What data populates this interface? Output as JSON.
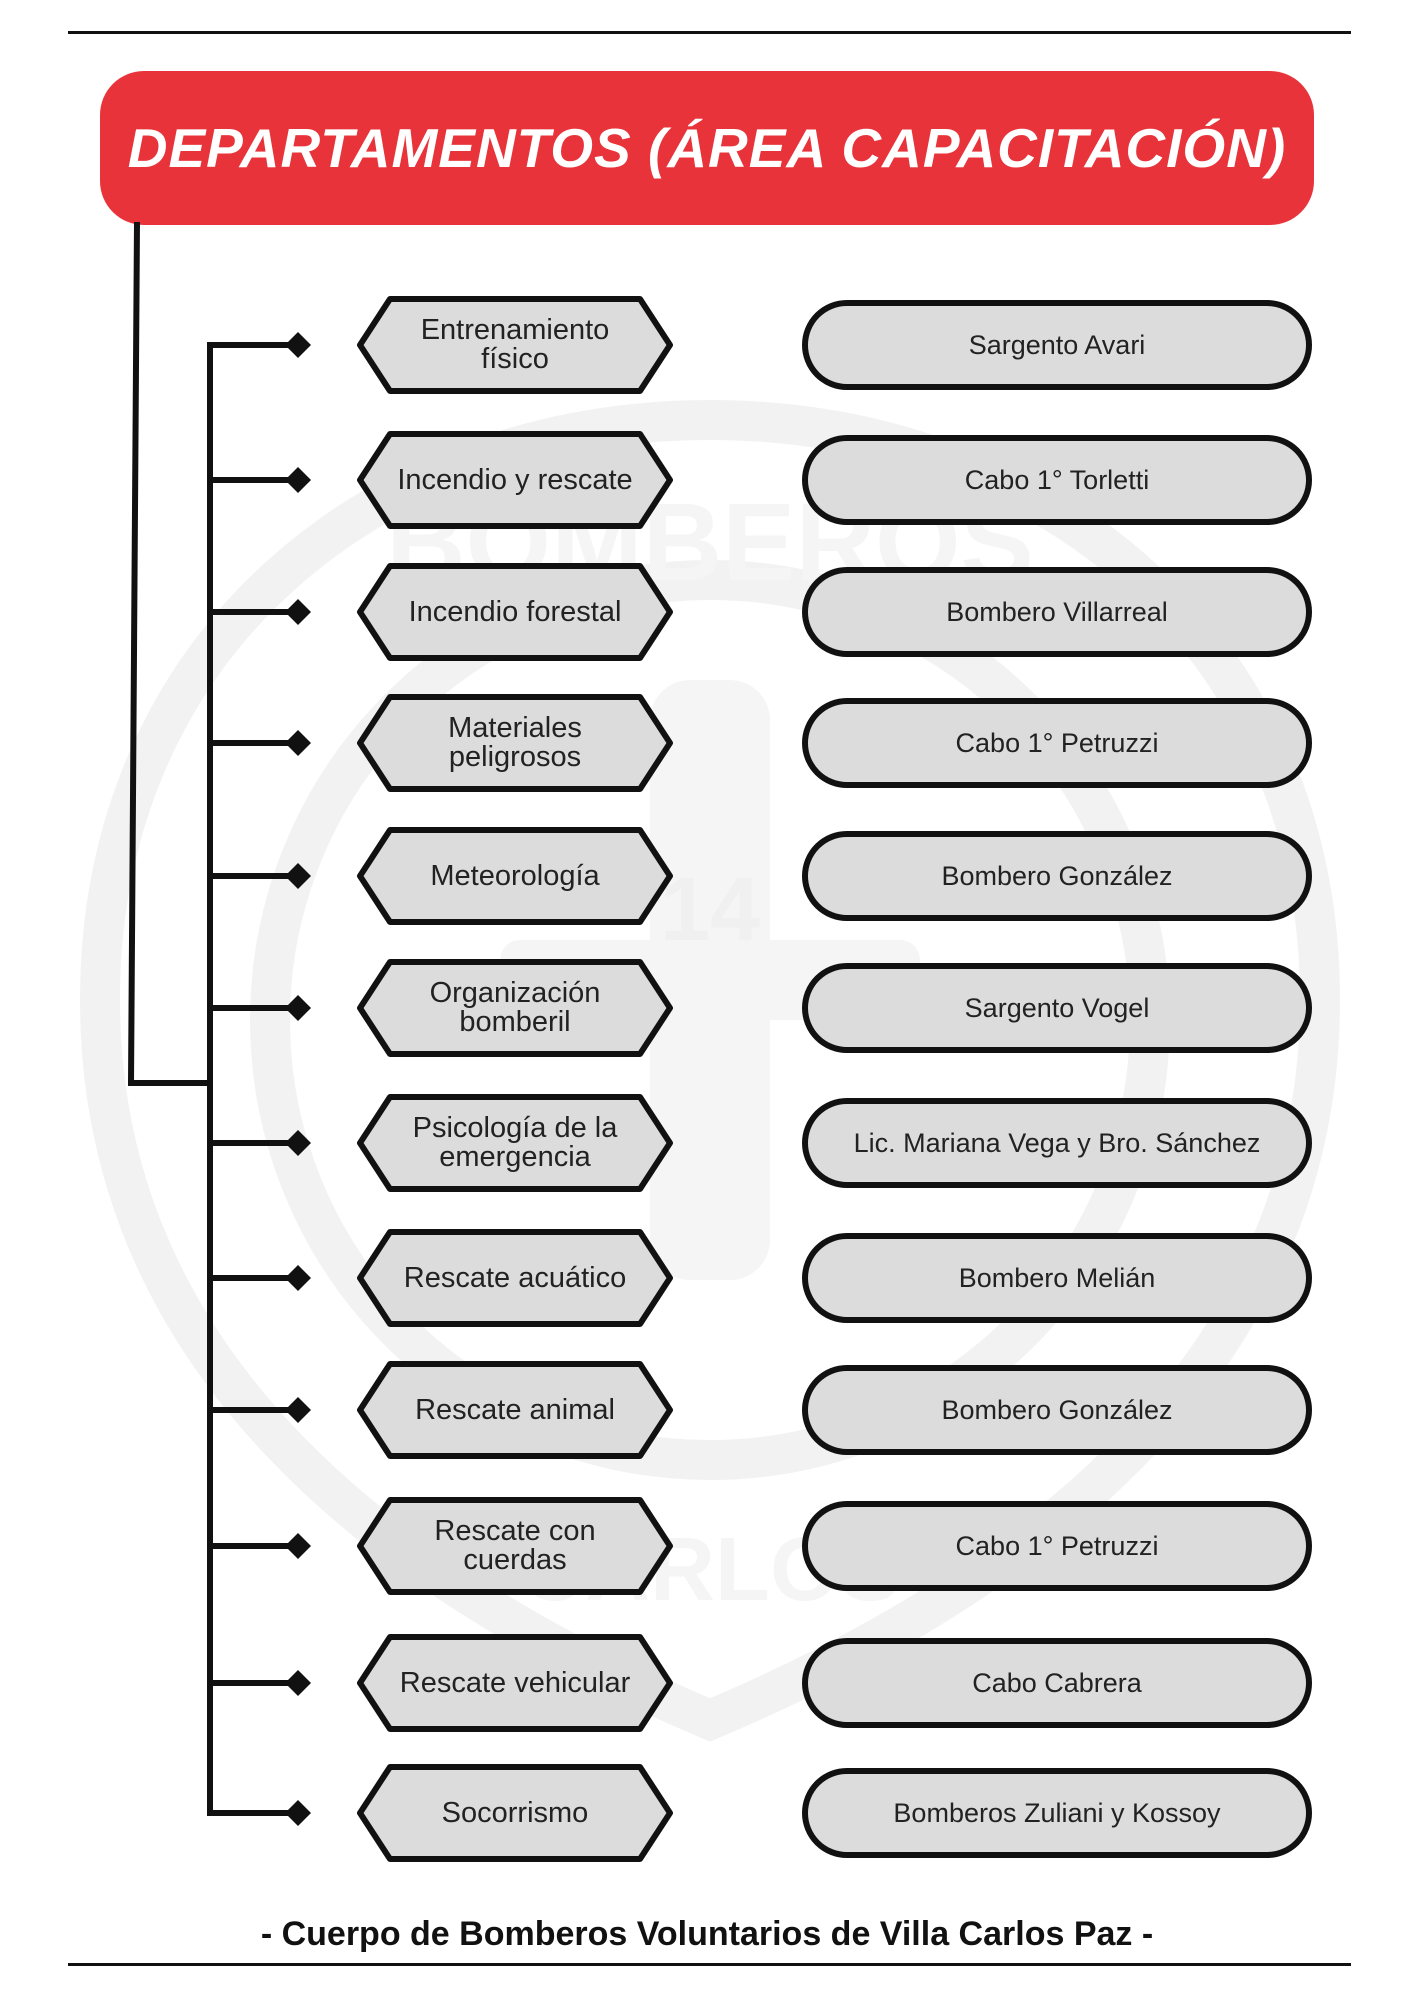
{
  "header": {
    "title": "DEPARTAMENTOS (ÁREA CAPACITACIÓN)"
  },
  "departments": [
    {
      "name": "Entrenamiento físico",
      "lines": [
        "Entrenamiento",
        "físico"
      ],
      "responsible": "Sargento Avari"
    },
    {
      "name": "Incendio y rescate",
      "lines": [
        "Incendio y rescate"
      ],
      "responsible": "Cabo 1° Torletti"
    },
    {
      "name": "Incendio forestal",
      "lines": [
        "Incendio forestal"
      ],
      "responsible": "Bombero Villarreal"
    },
    {
      "name": "Materiales peligrosos",
      "lines": [
        "Materiales",
        "peligrosos"
      ],
      "responsible": "Cabo 1° Petruzzi"
    },
    {
      "name": "Meteorología",
      "lines": [
        "Meteorología"
      ],
      "responsible": "Bombero González"
    },
    {
      "name": "Organización bomberil",
      "lines": [
        "Organización",
        "bomberil"
      ],
      "responsible": "Sargento Vogel"
    },
    {
      "name": "Psicología de la emergencia",
      "lines": [
        "Psicología de la",
        "emergencia"
      ],
      "responsible": "Lic. Mariana Vega y Bro. Sánchez"
    },
    {
      "name": "Rescate acuático",
      "lines": [
        "Rescate acuático"
      ],
      "responsible": "Bombero Melián"
    },
    {
      "name": "Rescate animal",
      "lines": [
        "Rescate animal"
      ],
      "responsible": "Bombero González"
    },
    {
      "name": "Rescate con cuerdas",
      "lines": [
        "Rescate con",
        "cuerdas"
      ],
      "responsible": "Cabo 1° Petruzzi"
    },
    {
      "name": "Rescate vehicular",
      "lines": [
        "Rescate vehicular"
      ],
      "responsible": "Cabo Cabrera"
    },
    {
      "name": "Socorrismo",
      "lines": [
        "Socorrismo"
      ],
      "responsible": "Bomberos Zuliani y Kossoy"
    }
  ],
  "watermark": {
    "text_top": "BOMBEROS",
    "text_bottom": "CARLOS",
    "number": "14"
  },
  "footer": {
    "text": "- Cuerpo de Bomberos Voluntarios de Villa Carlos Paz -"
  },
  "colors": {
    "banner": "#e8333a",
    "box_fill": "#dcdcdc",
    "line": "#111111"
  }
}
